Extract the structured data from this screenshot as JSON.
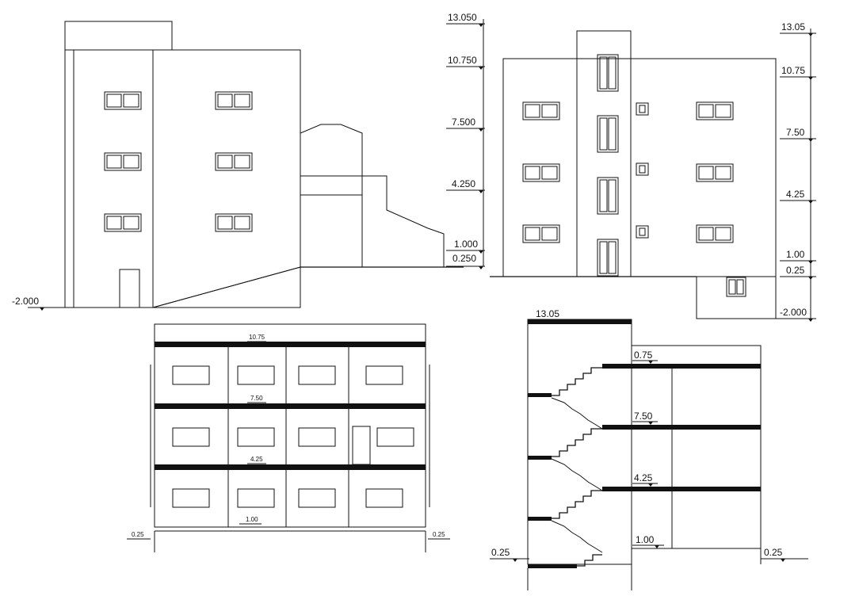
{
  "elevation_left": {
    "levels": [
      "-2.000"
    ]
  },
  "elevation_right": {
    "levels_left": [
      "13.050",
      "10.750",
      "7.500",
      "4.250",
      "1.000",
      "0.250"
    ],
    "levels_right": [
      "13.05",
      "10.75",
      "7.50",
      "4.25",
      "1.00",
      "0.25",
      "-2.000"
    ]
  },
  "section_left": {
    "levels": [
      "10.75",
      "7.50",
      "4.25",
      "1.00"
    ],
    "side_levels": [
      "0.25",
      "0.25"
    ]
  },
  "section_right": {
    "top_level": "13.05",
    "levels": [
      "0.75",
      "7.50",
      "4.25",
      "1.00"
    ],
    "side_levels": [
      "0.25",
      "0.25"
    ]
  }
}
